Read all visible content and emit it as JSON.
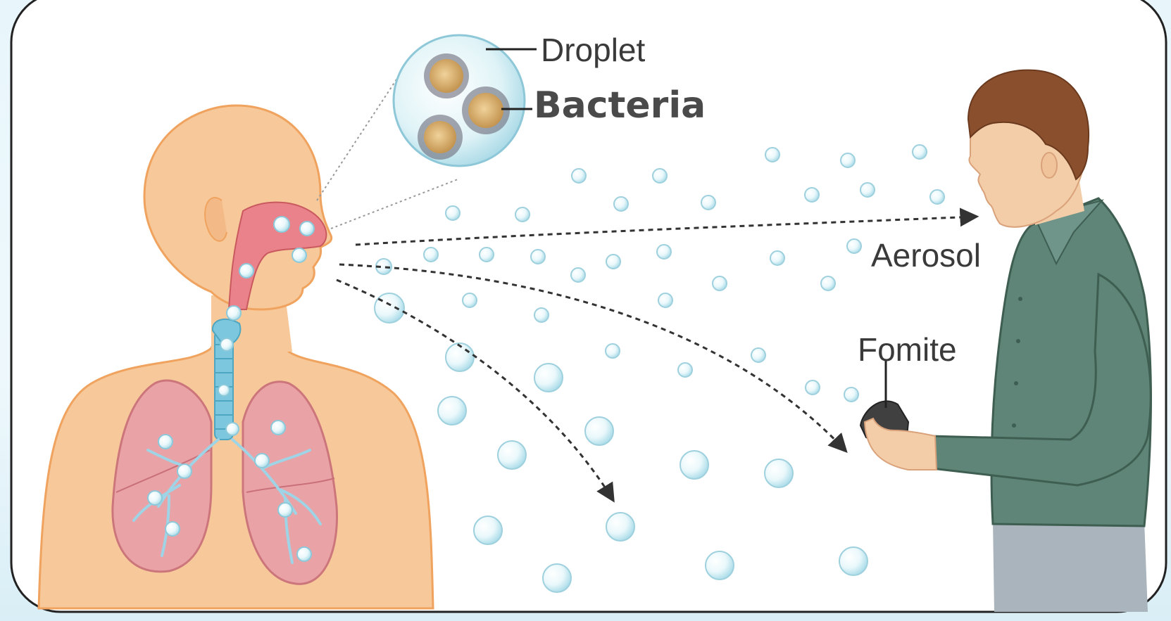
{
  "labels": {
    "droplet": "Droplet",
    "bacteria": "Bacteria",
    "aerosol": "Aerosol",
    "fomite": "Fomite"
  },
  "colors": {
    "skin": "#f6c89a",
    "skin_outline": "#f0a35e",
    "airway": "#e9828a",
    "lungs": "#e8a0a8",
    "bronchi": "#9fd3e6",
    "trachea": "#7cc7dd",
    "shirt": "#5e8577",
    "hair": "#8a4f2c",
    "bubble": "#cdeef5",
    "frame_border": "#222222"
  },
  "icons": [
    "human-torso-icon",
    "man-with-phone-icon",
    "droplet-magnifier-icon",
    "phone-icon"
  ]
}
